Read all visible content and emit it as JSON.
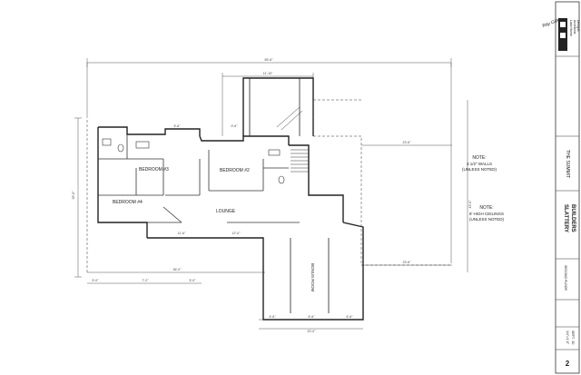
{
  "sheet": {
    "rooms": {
      "bedroom3": "BEDROOM #3",
      "bedroom2": "BEDROOM #2",
      "bedroom4": "BEDROOM #4",
      "lounge": "LOUNGE",
      "bonus_room": "BONUS ROOM"
    },
    "notes": {
      "walls_title": "NOTE:",
      "walls_line1": "3 1/2\" WALLS",
      "walls_line2": "(UNLESS NOTED)",
      "ceiling_title": "NOTE:",
      "ceiling_line1": "8' HIGH CEILINGS",
      "ceiling_line2": "(UNLESS NOTED)"
    },
    "dimensions": {
      "overall_width": "65'-6\"",
      "upper_span": "11'-10\"",
      "right_top": "23'-6\"",
      "right_bottom": "23'-6\"",
      "left_height": "39'-6\"",
      "right_height": "43'-0\"",
      "bottom_span": "36'-0\"",
      "bonus_width": "20'-0\"",
      "lower_a": "5'-0\"",
      "lower_b": "7'-2\"",
      "lower_c": "5'-0\"",
      "bonus_a": "6'-6\"",
      "bonus_b": "6'-6\"",
      "bonus_c": "6'-6\"",
      "bed3_top": "5'-6\"",
      "bed2_top": "9'-6\"",
      "mid_a": "11'-6\"",
      "mid_b": "12'-0\""
    }
  },
  "title_block": {
    "logo_lines": [
      "Lake Home",
      "Architects",
      "Designs"
    ],
    "project": "THE SUMMIT",
    "builder_line1": "SLATTERY",
    "builder_line2": "BUILDERS",
    "sheet_label": "SECOND FLOOR",
    "page_num": "2",
    "date_line": "SEPT. '10",
    "scale_line": "1/4\"=1'-0\"",
    "signature": "Ray Gilley"
  }
}
